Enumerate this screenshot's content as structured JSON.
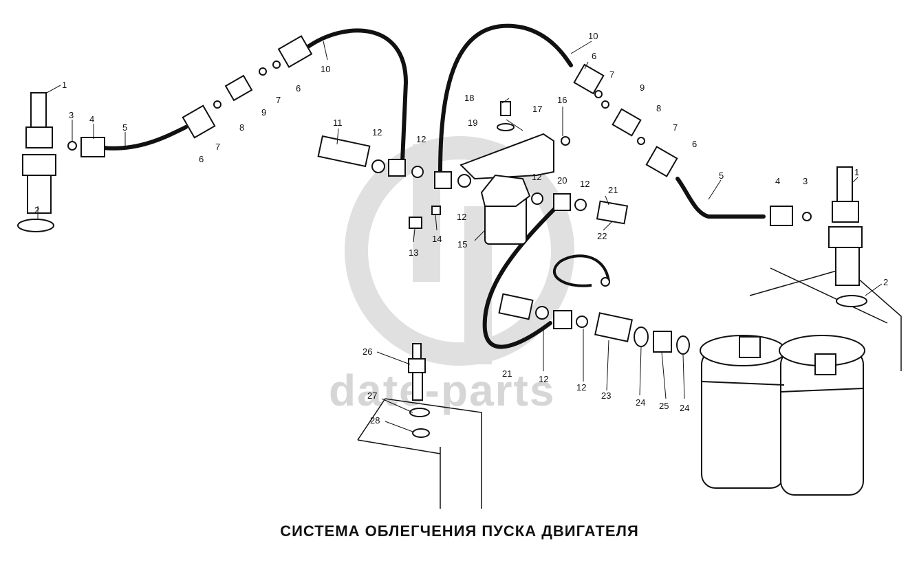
{
  "caption": "СИСТЕМА ОБЛЕГЧЕНИЯ ПУСКА ДВИГАТЕЛЯ",
  "watermark": {
    "text": "date-parts",
    "logo_icon": "dp-logo-icon",
    "color": "#d6d6d6"
  },
  "line_color": "#111111",
  "part_labels": {
    "p1": "1",
    "p2": "2",
    "p3": "3",
    "p4": "4",
    "p5": "5",
    "p6": "6",
    "p7": "7",
    "p8": "8",
    "p9": "9",
    "p10": "10",
    "p11": "11",
    "p12": "12",
    "p13": "13",
    "p14": "14",
    "p15": "15",
    "p16": "16",
    "p17": "17",
    "p18": "18",
    "p19": "19",
    "p20": "20",
    "p21": "21",
    "p22": "22",
    "p23": "23",
    "p24": "24",
    "p25": "25",
    "p26": "26",
    "p27": "27",
    "p28": "28"
  }
}
